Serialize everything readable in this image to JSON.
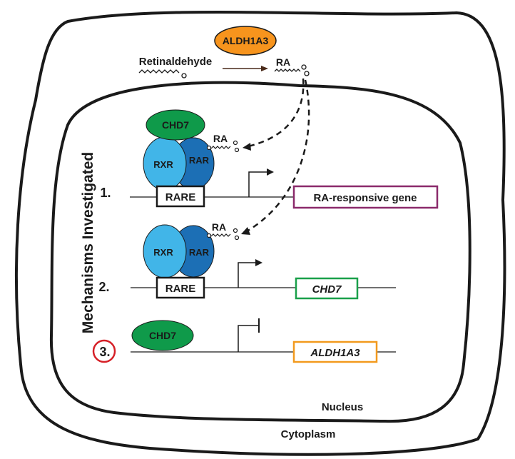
{
  "labels": {
    "cytoplasm": "Cytoplasm",
    "nucleus": "Nucleus",
    "retinaldehyde": "Retinaldehyde",
    "ra_top": "RA",
    "ra_1": "RA",
    "ra_2": "RA",
    "side_title": "Mechanisms Investigated"
  },
  "proteins": {
    "aldh1a3": "ALDH1A3",
    "chd7_1": "CHD7",
    "rxr_1": "RXR",
    "rar_1": "RAR",
    "rxr_2": "RXR",
    "rar_2": "RAR",
    "chd7_3": "CHD7"
  },
  "mechanisms": [
    {
      "number": "1.",
      "element": "RARE",
      "gene": "RA-responsive gene"
    },
    {
      "number": "2.",
      "element": "RARE",
      "gene": "CHD7"
    },
    {
      "number": "3.",
      "gene": "ALDH1A3"
    }
  ],
  "colors": {
    "aldh1a3": "#f7941d",
    "chd7": "#0f9a4a",
    "rxr": "#41b5e8",
    "rar": "#1c6fb5",
    "gene1_box": "#8b2a6b",
    "gene2_box": "#1aa04a",
    "gene3_box": "#f29a1e",
    "circle3": "#d62027"
  }
}
